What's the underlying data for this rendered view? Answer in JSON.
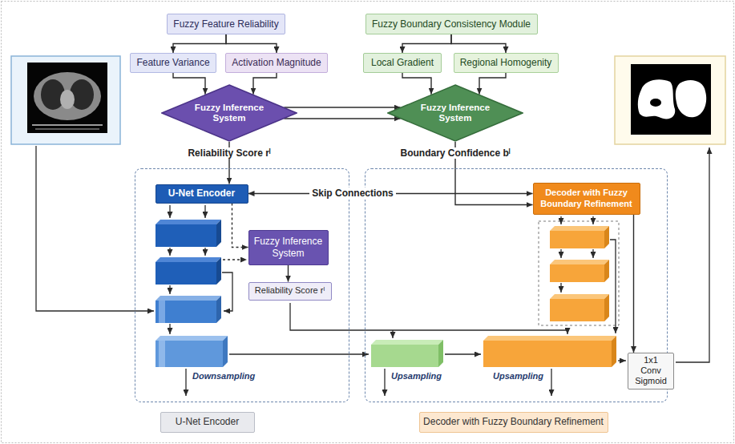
{
  "diagram": {
    "nodes": [
      {
        "text": [
          "Fuzzy Feature Reliability"
        ]
      },
      {
        "text": [
          "Fuzzy Boundary Consistency Module"
        ]
      },
      {
        "text": [
          "Feature Variance"
        ]
      },
      {
        "text": [
          "Activation Magnitude"
        ]
      },
      {
        "text": [
          "Local Gradient"
        ]
      },
      {
        "text": [
          "Regional Homogenity"
        ]
      },
      {
        "text": [
          "Fuzzy Inference System"
        ]
      },
      {
        "text": [
          "Fuzzy Inference System"
        ]
      },
      {
        "text": [
          "U-Net Encoder"
        ]
      },
      {
        "text": [
          "U-Net Encoder"
        ],
        "in": 8
      },
      {
        "text": [
          "Fuzzy Inference System"
        ],
        "in": 8
      },
      {
        "text": [
          "Reliability Score rˡ"
        ],
        "in": 8
      },
      {
        "text": [
          "Decoder with Fuzzy Boundary Refinement"
        ]
      },
      {
        "text": [
          "Decoder with Fuzzy Boundary Refinement"
        ],
        "in": 12
      },
      {
        "text": [
          "1x1 Conv Sigmoid"
        ]
      }
    ],
    "edges": [
      {
        "from": 0,
        "to": 2,
        "arrow": "to"
      },
      {
        "from": 0,
        "to": 3,
        "arrow": "to"
      },
      {
        "from": 1,
        "to": 4,
        "arrow": "to"
      },
      {
        "from": 1,
        "to": 5,
        "arrow": "to"
      },
      {
        "from": 2,
        "to": 6,
        "arrow": "to"
      },
      {
        "from": 3,
        "to": 6,
        "arrow": "to"
      },
      {
        "from": 4,
        "to": 7,
        "arrow": "to"
      },
      {
        "from": 5,
        "to": 7,
        "arrow": "to"
      },
      {
        "from": 6,
        "to": 7,
        "arrow": "to"
      },
      {
        "from": 6,
        "to": 7,
        "arrow": "to"
      },
      {
        "from": 6,
        "to": 9,
        "label": "Reliability Score rˡ",
        "arrow": "to"
      },
      {
        "from": 7,
        "to": 13,
        "label": "Boundary Confidence bˡ",
        "arrow": "to"
      },
      {
        "from": 9,
        "to": 13,
        "label": "Skip Connections",
        "arrow": "both"
      },
      {
        "from": 9,
        "to": 10,
        "arrow": "to"
      },
      {
        "from": 10,
        "to": 11,
        "arrow": "to"
      },
      {
        "from": 13,
        "to": 14,
        "arrow": "to"
      }
    ],
    "labels": [
      "Downsampling",
      "Upsampling",
      "Upsampling"
    ]
  }
}
